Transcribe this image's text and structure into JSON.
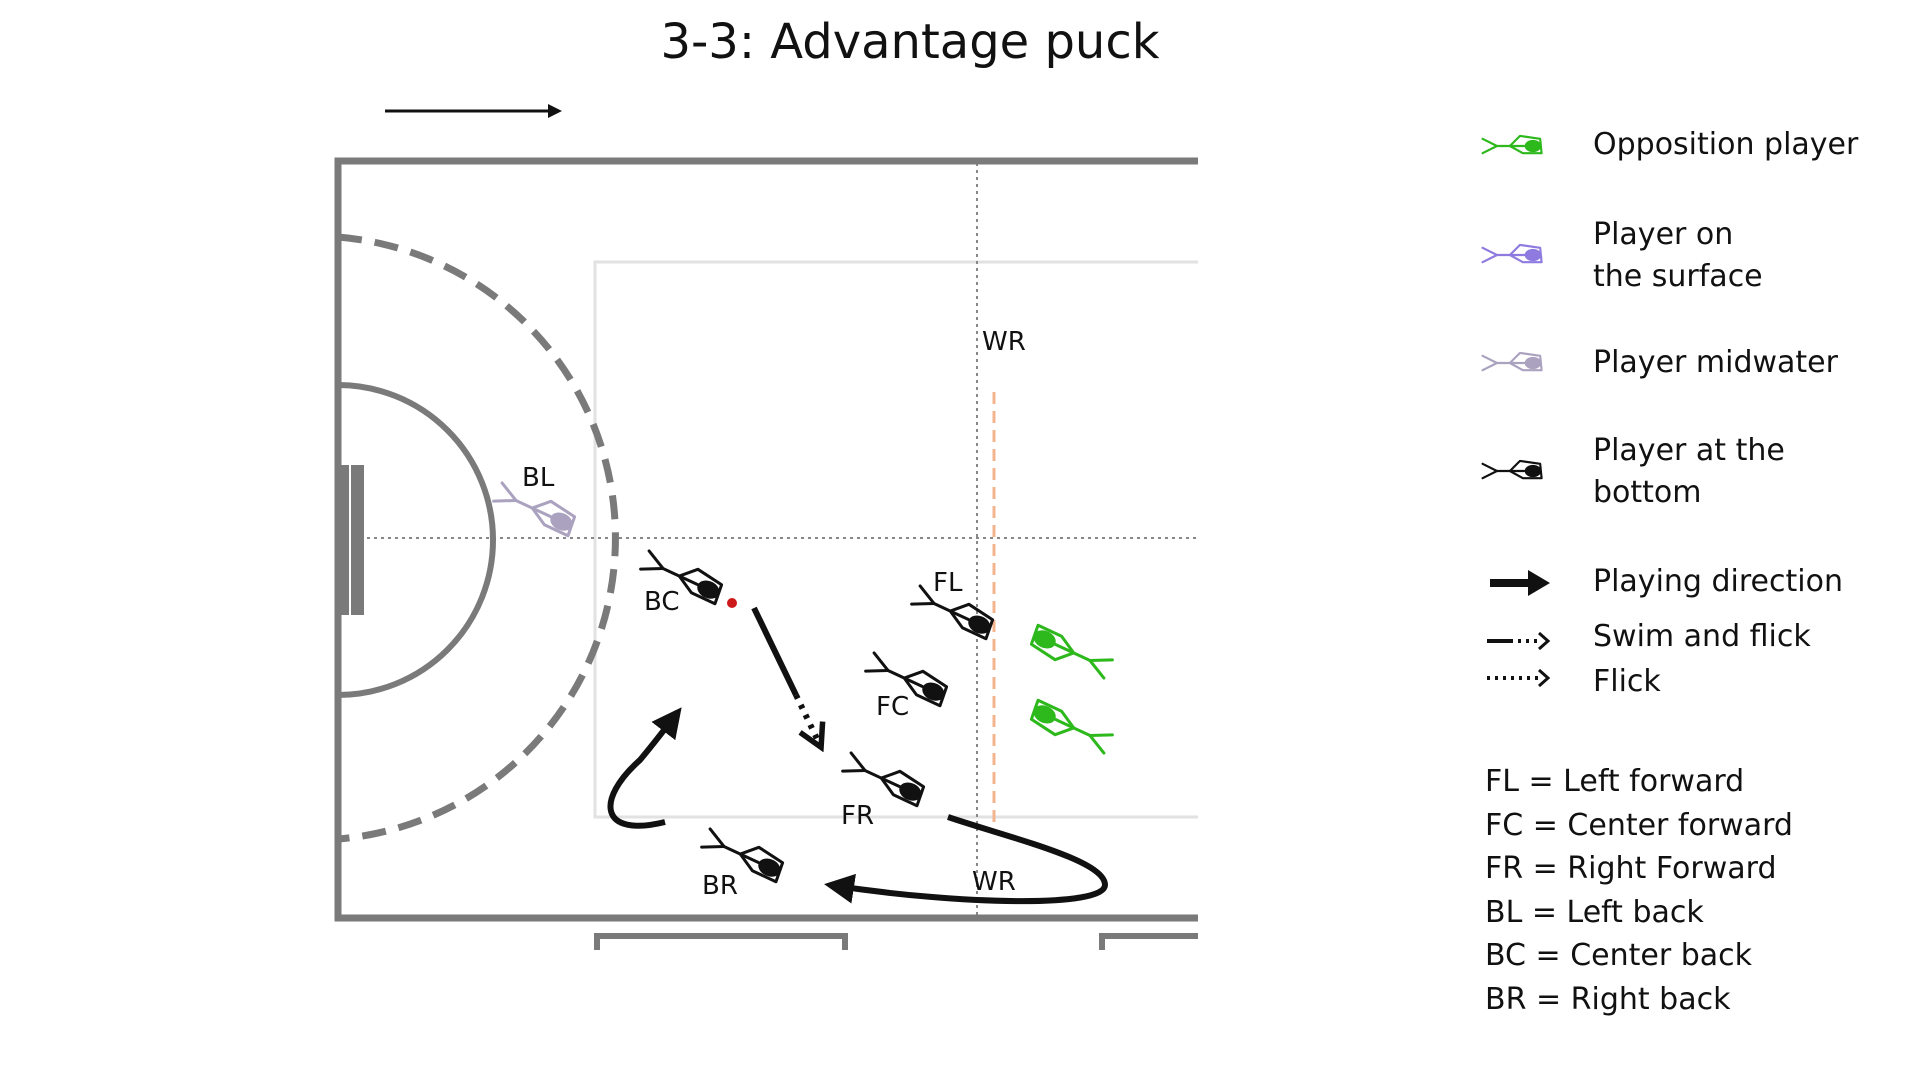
{
  "title": "3-3: Advantage puck",
  "colors": {
    "field_line": "#7a7a7a",
    "inner_box": "#e2e2e2",
    "center_line": "#888888",
    "opposition": "#2db81c",
    "surface": "#8f7be0",
    "midwater": "#aaa2bf",
    "bottom": "#111111",
    "orange_line": "#f3b48e",
    "puck": "#cc1a1a"
  },
  "players": {
    "BL": "BL",
    "BC": "BC",
    "FL": "FL",
    "FC": "FC",
    "FR": "FR",
    "BR": "BR",
    "WR_top": "WR",
    "WR_bottom": "WR"
  },
  "legend": {
    "opposition": "Opposition player",
    "surface": "Player on\nthe surface",
    "midwater": "Player midwater",
    "bottom": "Player at the\nbottom",
    "playing_direction": "Playing direction",
    "swim_and_flick": "Swim and flick",
    "flick": "Flick"
  },
  "abbreviations": [
    "FL = Left forward",
    "FC = Center forward",
    "FR = Right Forward",
    "BL = Left back",
    "BC = Center back",
    "BR = Right back"
  ]
}
